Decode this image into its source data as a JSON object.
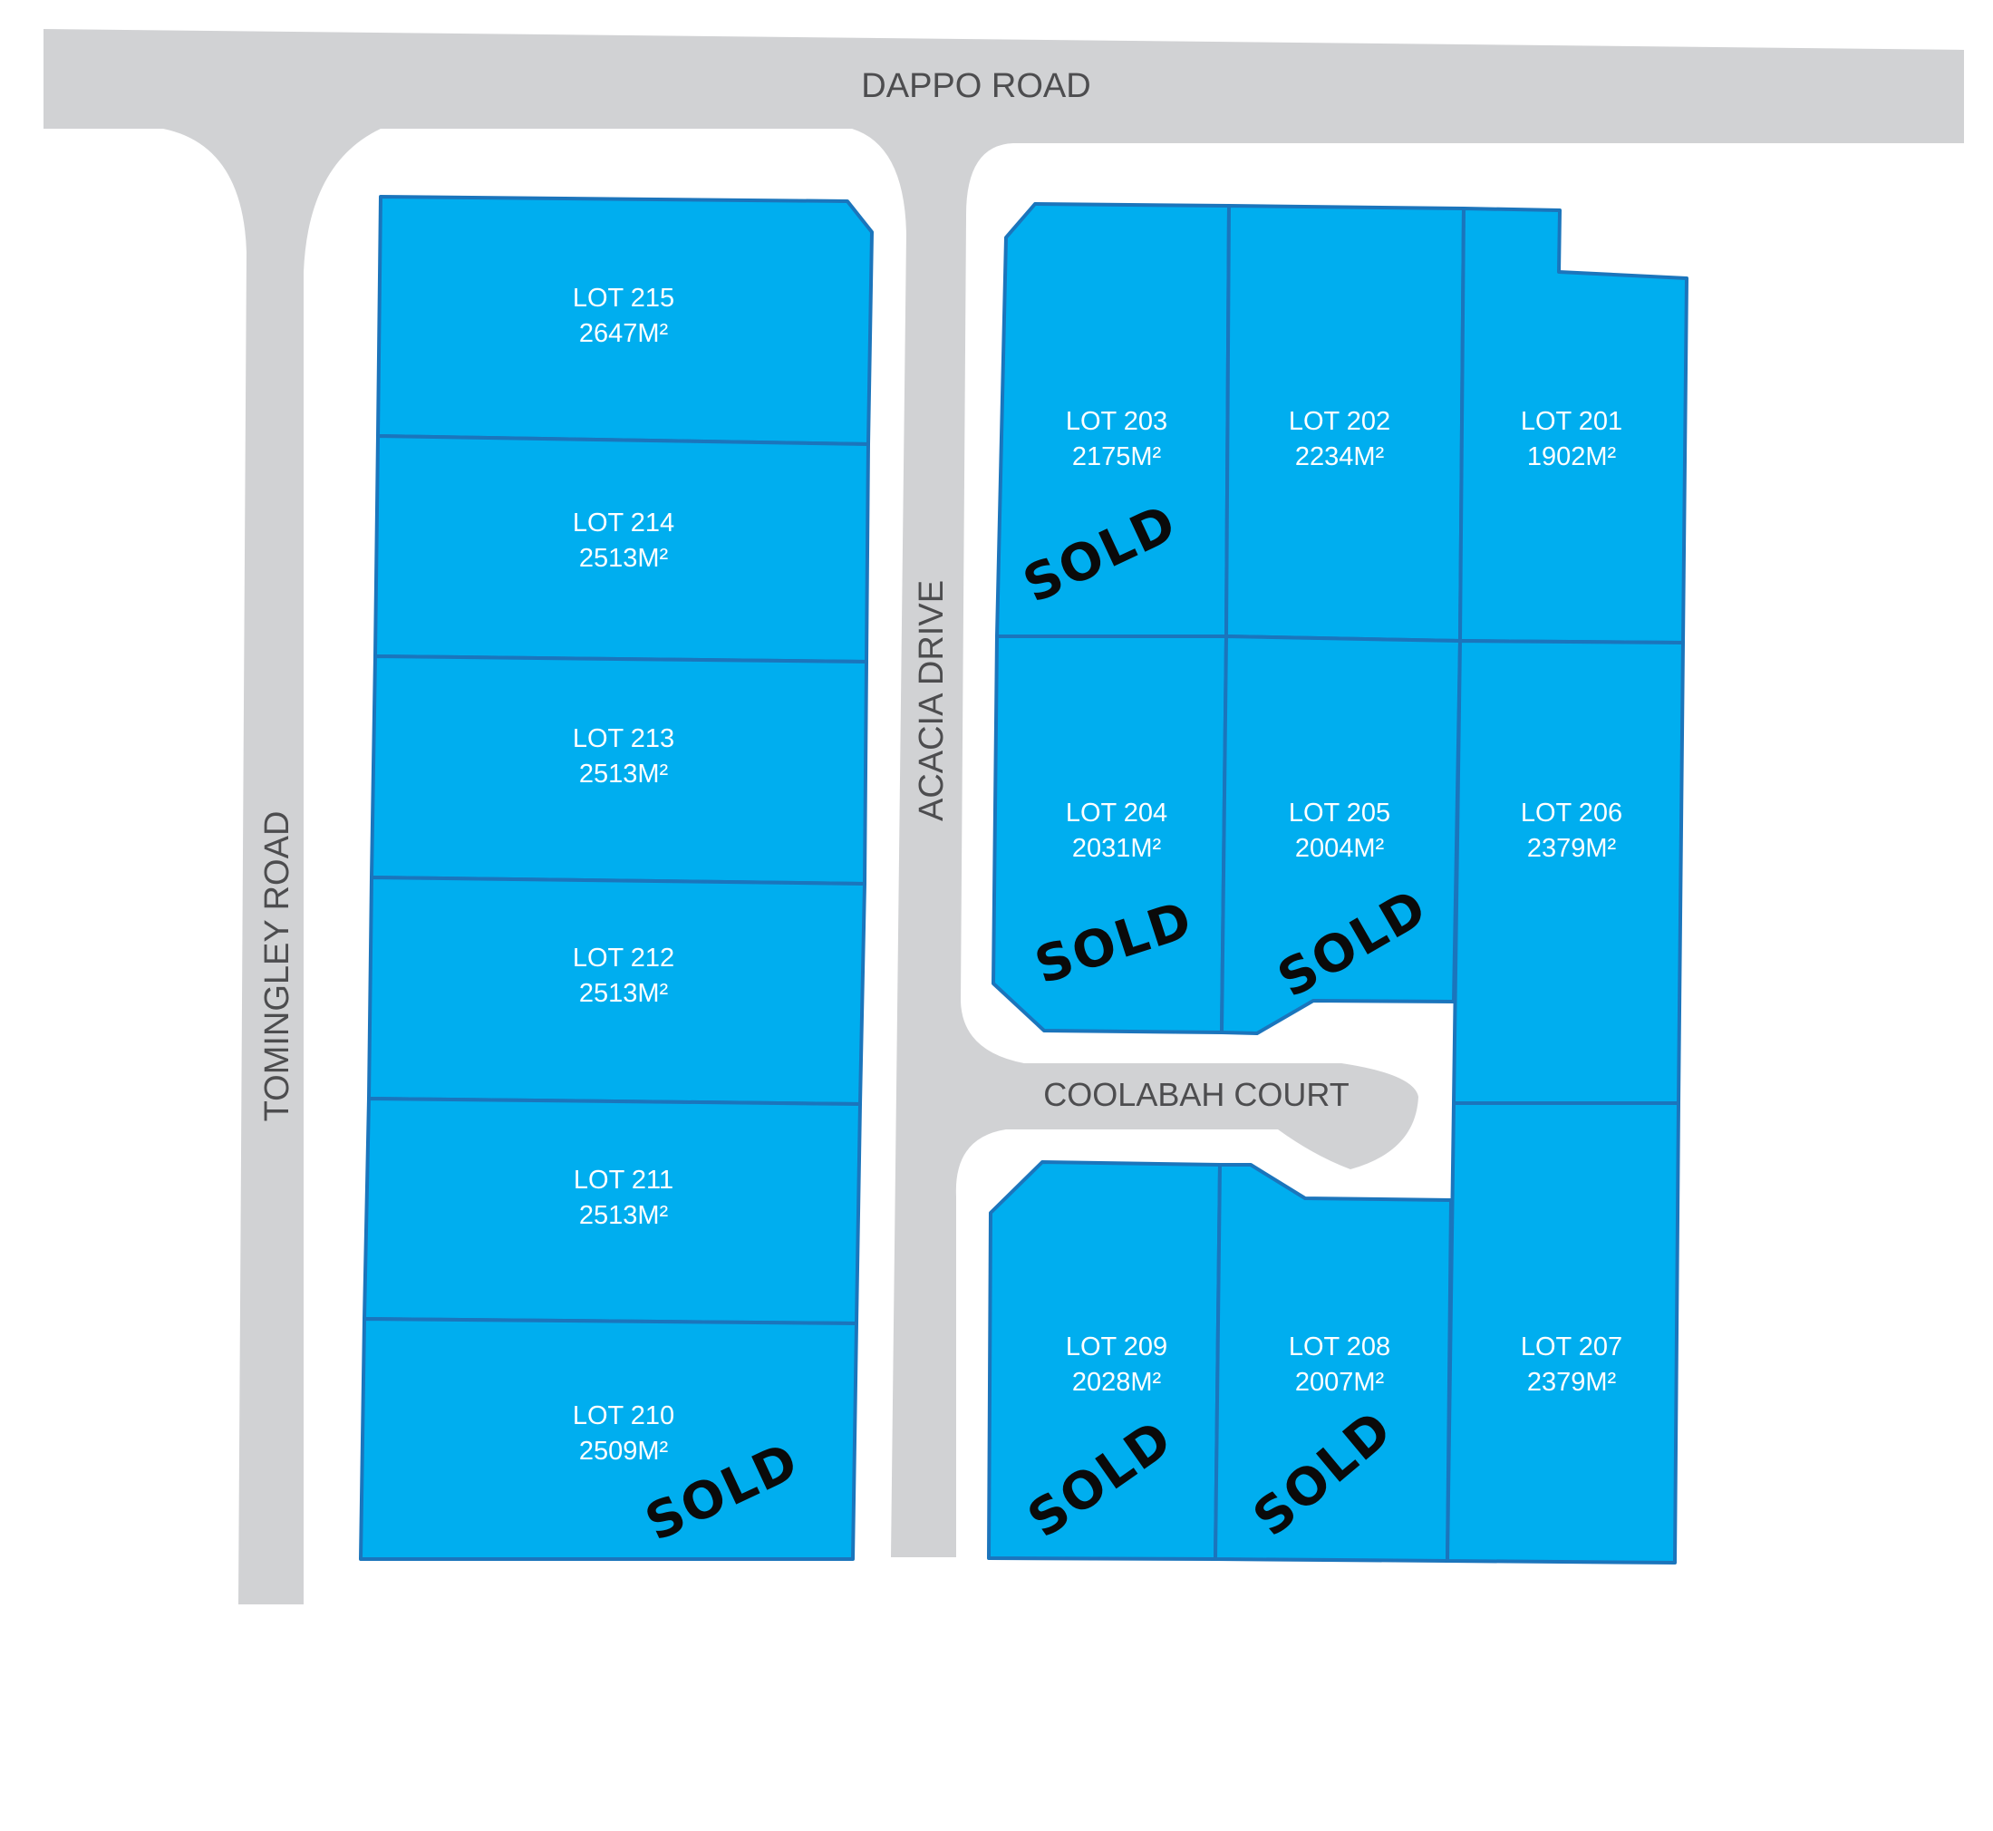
{
  "colors": {
    "lot_fill": "#00aeef",
    "lot_border": "#1b75bc",
    "road": "#d1d2d4",
    "road_label": "#4d4d4f",
    "lot_label": "#ffffff",
    "sold_label": "#0a0a0a"
  },
  "roads": {
    "dappo": "DAPPO ROAD",
    "tomingley": "TOMINGLEY ROAD",
    "acacia": "ACACIA DRIVE",
    "coolabah": "COOLABAH COURT"
  },
  "lots": [
    {
      "id": "215",
      "name": "LOT 215",
      "area": "2647M²",
      "sold": false
    },
    {
      "id": "214",
      "name": "LOT 214",
      "area": "2513M²",
      "sold": false
    },
    {
      "id": "213",
      "name": "LOT 213",
      "area": "2513M²",
      "sold": false
    },
    {
      "id": "212",
      "name": "LOT 212",
      "area": "2513M²",
      "sold": false
    },
    {
      "id": "211",
      "name": "LOT 211",
      "area": "2513M²",
      "sold": false
    },
    {
      "id": "210",
      "name": "LOT 210",
      "area": "2509M²",
      "sold": true
    },
    {
      "id": "203",
      "name": "LOT 203",
      "area": "2175M²",
      "sold": true
    },
    {
      "id": "202",
      "name": "LOT 202",
      "area": "2234M²",
      "sold": false
    },
    {
      "id": "201",
      "name": "LOT 201",
      "area": "1902M²",
      "sold": false
    },
    {
      "id": "204",
      "name": "LOT 204",
      "area": "2031M²",
      "sold": true
    },
    {
      "id": "205",
      "name": "LOT 205",
      "area": "2004M²",
      "sold": true
    },
    {
      "id": "206",
      "name": "LOT 206",
      "area": "2379M²",
      "sold": false
    },
    {
      "id": "209",
      "name": "LOT 209",
      "area": "2028M²",
      "sold": true
    },
    {
      "id": "208",
      "name": "LOT 208",
      "area": "2007M²",
      "sold": true
    },
    {
      "id": "207",
      "name": "LOT 207",
      "area": "2379M²",
      "sold": false
    }
  ],
  "sold_label": "SOLD"
}
